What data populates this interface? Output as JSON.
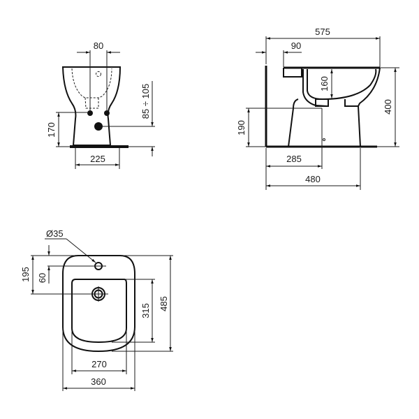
{
  "drawing": {
    "type": "technical-dimension-drawing",
    "subject": "floor-standing bidet",
    "views": {
      "front": {
        "dims": {
          "tap_spacing": "80",
          "inlet_height": "170",
          "outlet_height": "85 ÷ 105",
          "base_width": "225"
        }
      },
      "side": {
        "dims": {
          "overall_depth": "575",
          "wall_gap": "90",
          "bowl_depth": "160",
          "total_height": "400",
          "inlet_height": "190",
          "outlet_from_wall": "285",
          "base_depth": "480"
        }
      },
      "top": {
        "dims": {
          "tap_hole_diameter": "Ø35",
          "tap_hole_from_edge": "60",
          "drain_from_edge": "195",
          "bowl_length": "315",
          "overall_length": "485",
          "bowl_width": "270",
          "overall_width": "360"
        }
      }
    },
    "colors": {
      "line": "#111111",
      "background": "#ffffff"
    }
  }
}
